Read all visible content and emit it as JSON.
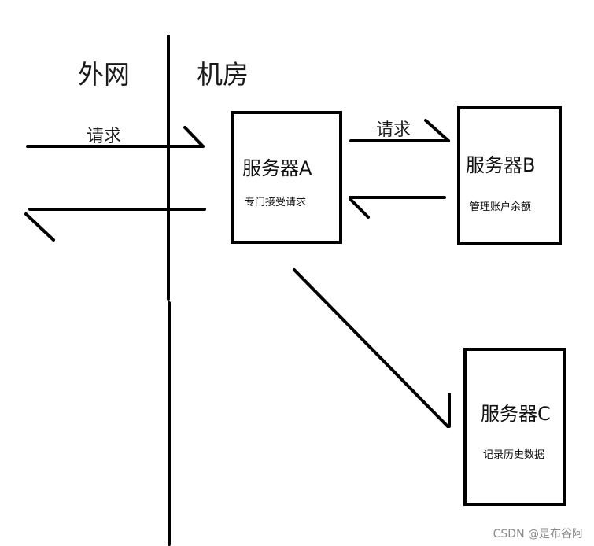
{
  "zones": {
    "outside": "外网",
    "inside": "机房"
  },
  "arrows": {
    "request_in": "请求",
    "request_ab": "请求"
  },
  "servers": [
    {
      "title": "服务器A",
      "desc": "专门接受请求"
    },
    {
      "title": "服务器B",
      "desc": "管理账户余额"
    },
    {
      "title": "服务器C",
      "desc": "记录历史数据"
    }
  ],
  "watermark": "CSDN @是布谷阿",
  "colors": {
    "stroke": "#000000",
    "background": "#ffffff",
    "watermark": "#8a8a8a"
  }
}
